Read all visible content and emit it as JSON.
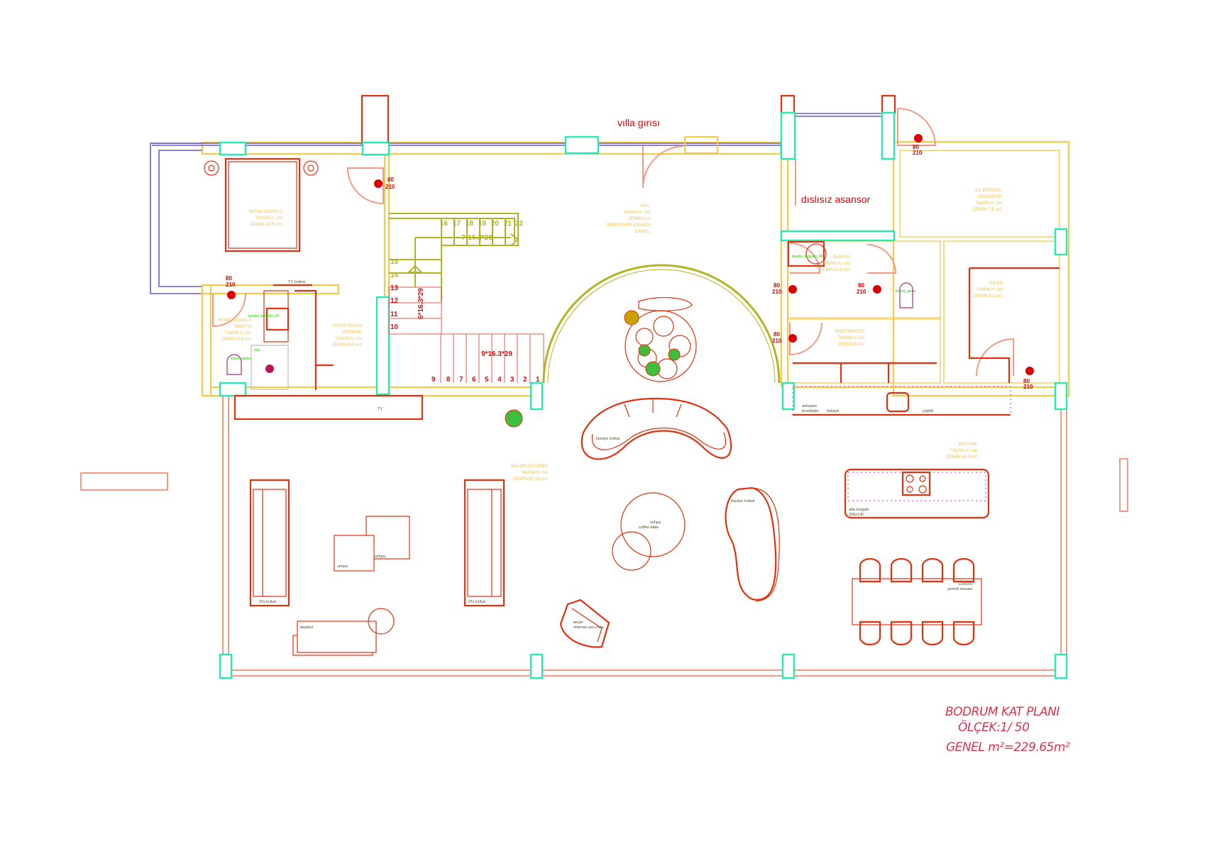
{
  "labels": {
    "entrance": "vılla gırısı",
    "elevator": "dıslısız asansor"
  },
  "title_block": {
    "title": "BODRUM KAT PLANI",
    "scale": "ÖLÇEK:1/ 50",
    "area": "GENEL m²=229.65m²"
  },
  "rooms": {
    "bedroom": [
      "YATAK ODASI-1",
      "TAVAN h: cm",
      "ZEMİN:15,5 m2"
    ],
    "hall": [
      "HOL",
      "TAVAN h: cm",
      "ZEMİN:m2",
      "(MERDİVEN KOVASI",
      "DAHİL)"
    ],
    "water_tank": [
      "SU DEPOSU",
      "HİDROFOR",
      "TAVAN h: cm",
      "ZEMİN:7,5 m2"
    ],
    "bathroom": [
      "BANYO",
      "TAVAN h: cm",
      "ZEMİN:5,4 m2"
    ],
    "pantry": [
      "KİLER",
      "TAVAN h: cm",
      "ZEMİN:8,1 m2"
    ],
    "cloakroom": [
      "PORTMANTO",
      "TAVAN h: cm",
      "ZEMİN:5 m2"
    ],
    "ensuite": [
      "YATAK ODASI-1",
      "BANYO",
      "TAVAN h: cm",
      "ZEMİN:3,6 m2"
    ],
    "dressing": [
      "YATAK ODASI",
      "GİYİNME",
      "TAVAN h: cm",
      "ZEMİN:6,5 m2"
    ],
    "living": [
      "SALON OTURMA",
      "TAVAN h: cm",
      "ZEMİN:92,16 m2"
    ],
    "kitchen": [
      "MUTFAK",
      "TAVAN h: cm",
      "ZEMİN:38,5m2"
    ]
  },
  "stairs": {
    "steps_red": [
      "1",
      "2",
      "3",
      "4",
      "5",
      "6",
      "7",
      "8",
      "9",
      "10",
      "11",
      "12",
      "13"
    ],
    "steps_upper": [
      "14",
      "15",
      "16",
      "17",
      "18",
      "19",
      "20",
      "21",
      "22"
    ],
    "run1": "9*16.3*29",
    "run2": "6*16.3*29",
    "run3": "7*16.3*29"
  },
  "furniture": {
    "curved_sofa": "fasulye koltuk",
    "bean_sofa": "fasulye koltuk",
    "coffee_table": [
      "sehpa",
      "coffee table"
    ],
    "sofa_left": "3'lü koltuk",
    "sofa_right": "3'lü koltuk",
    "side_table_1": "sehpa",
    "side_table_2": "sehpa",
    "daybed": "daybed",
    "armchair": [
      "berjer",
      "ottoman ara chair"
    ],
    "tv": "TV",
    "tv_unit": "TV ünitesi",
    "island": [
      "ada tezgahı",
      "330x130"
    ],
    "dining": [
      "110x300",
      "yemek masası"
    ],
    "counter_1": [
      "ankastre",
      "buzdolabı"
    ],
    "counter_2": "bulaşık",
    "counter_3": "çöplük",
    "sink": "lavabo_tezgahlı_60",
    "wc": "klozet_asma",
    "bath_sink": "lavabo_tezgahlı_60",
    "shower": [
      "duş"
    ],
    "wc2": "klozet_asma"
  },
  "door_tag": [
    "80",
    "210"
  ],
  "colors": {
    "wall": "#f7c948",
    "furniture": "#e3300f",
    "door": "#f49a84",
    "column": "#29e8b2",
    "glazing": "#6a5acd",
    "stairs": "#b2b51f",
    "title": "#e3304a"
  }
}
